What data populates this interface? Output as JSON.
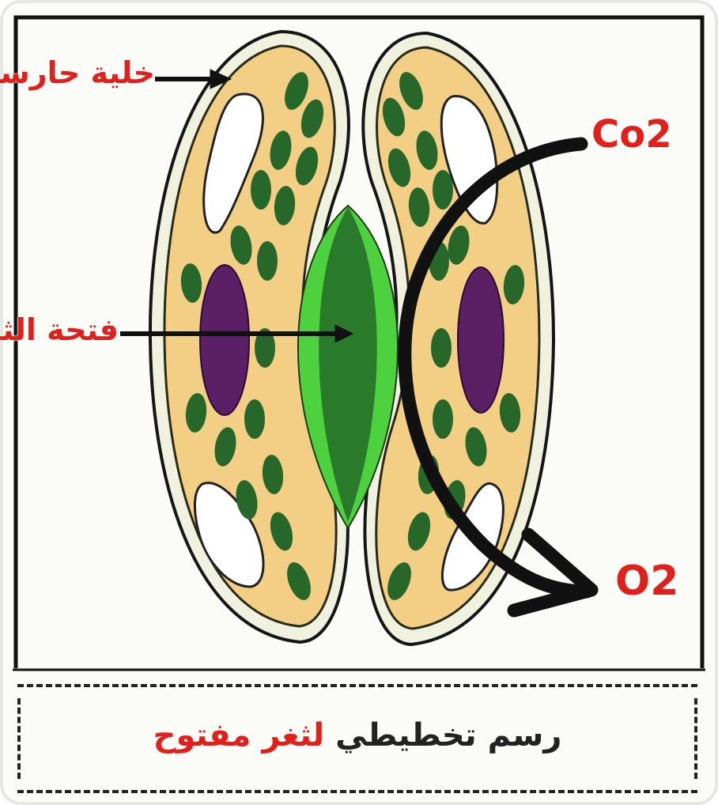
{
  "labels": {
    "guard_cell": "خلية حارسة",
    "stoma_opening": "فتحة الثغر",
    "co2": "Co2",
    "o2": "O2"
  },
  "caption": {
    "part1": "رسم تخطيطي",
    "part2": "لثغر مفتوح"
  },
  "colors": {
    "accent_red": "#e0201a",
    "cytoplasm": "#f3cf86",
    "chloroplast": "#27682a",
    "nucleus": "#5b1f66",
    "pore_outer": "#4ed13f",
    "pore_inner": "#2a7a2c"
  }
}
